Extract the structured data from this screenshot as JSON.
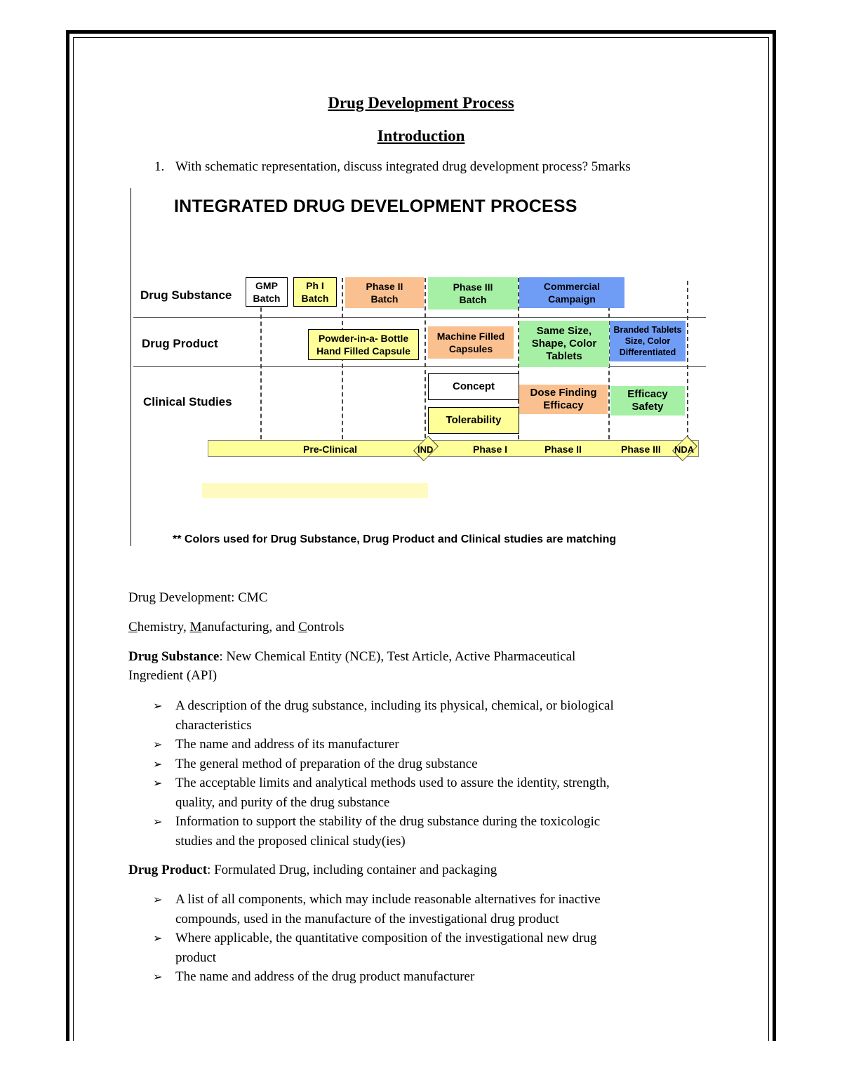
{
  "heading": "Drug Development Process",
  "subheading": "Introduction",
  "question": {
    "number": "1.",
    "text": "With schematic representation, discuss integrated drug development process? 5marks"
  },
  "diagram": {
    "title": "INTEGRATED DRUG DEVELOPMENT PROCESS",
    "rows": [
      "Drug Substance",
      "Drug Product",
      "Clinical Studies"
    ],
    "substance": {
      "gmp": [
        "GMP",
        "Batch"
      ],
      "ph1": [
        "Ph I",
        "Batch"
      ],
      "ph2": [
        "Phase II",
        "Batch"
      ],
      "ph3": [
        "Phase III",
        "Batch"
      ],
      "commercial": [
        "Commercial",
        "Campaign"
      ]
    },
    "product": {
      "powder": [
        "Powder-in-a- Bottle",
        "Hand Filled Capsule"
      ],
      "machine": [
        "Machine Filled",
        "Capsules"
      ],
      "tablets": [
        "Same Size,",
        "Shape, Color",
        "Tablets"
      ],
      "branded": [
        "Branded Tablets",
        "Size, Color",
        "Differentiated"
      ]
    },
    "clinical": {
      "concept": "Concept",
      "tolerability": "Tolerability",
      "dose": [
        "Dose Finding",
        "Efficacy"
      ],
      "efficacy": [
        "Efficacy",
        "Safety"
      ]
    },
    "timeline": {
      "preclinical": "Pre-Clinical",
      "ind": "IND",
      "phase1": "Phase  I",
      "phase2": "Phase II",
      "phase3": "Phase III",
      "nda": "NDA"
    },
    "footnote": "** Colors used for Drug Substance, Drug Product and Clinical studies are matching",
    "colors": {
      "yellow": "#ffff99",
      "orange": "#fbc08f",
      "green": "#a6f0a6",
      "blue": "#6f9cf5"
    }
  },
  "cmc": {
    "line1": "Drug Development: CMC",
    "c": "C",
    "c_rest": "hemistry, ",
    "m": "M",
    "m_rest": "anufacturing, and ",
    "c2": "C",
    "c2_rest": "ontrols"
  },
  "substance_section": {
    "label": "Drug Substance",
    "text_line1": ":  New Chemical Entity (NCE), Test Article, Active Pharmaceutical",
    "text_line2": "Ingredient (API)",
    "bullets": [
      [
        "A description of the drug substance, including its physical, chemical, or biological",
        "characteristics"
      ],
      [
        "The name and address of its manufacturer"
      ],
      [
        "The general method of preparation of the drug substance"
      ],
      [
        "The acceptable limits and analytical methods used to assure the identity, strength,",
        "quality, and purity of the drug substance"
      ],
      [
        "Information to support the stability of the drug substance during the toxicologic",
        "studies and the proposed clinical study(ies)"
      ]
    ]
  },
  "product_section": {
    "label": "Drug Product",
    "text": ":  Formulated Drug, including container and packaging",
    "bullets": [
      [
        "A list of all components, which may include reasonable alternatives for inactive",
        "compounds, used in the manufacture of the investigational drug product"
      ],
      [
        "Where applicable, the quantitative composition of the investigational new drug",
        "product"
      ],
      [
        "The name and address of the drug product manufacturer"
      ]
    ]
  },
  "bullet_symbol": "➢"
}
